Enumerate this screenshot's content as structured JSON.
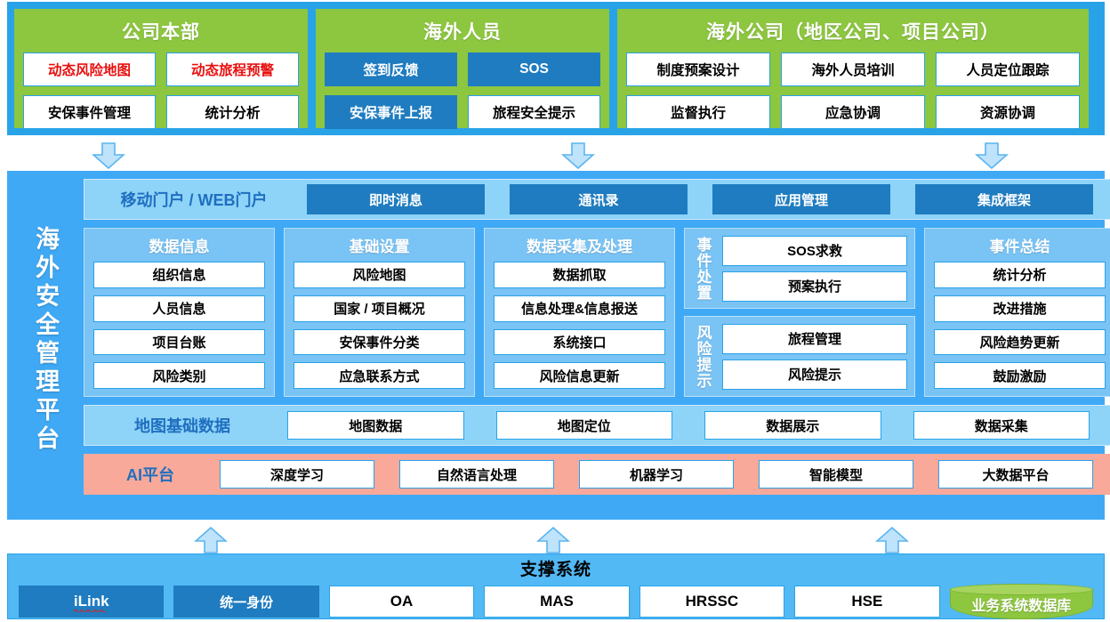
{
  "top_band": {
    "groups": [
      {
        "title": "公司本部",
        "rows": [
          [
            {
              "label": "动态风险地图",
              "style": "red"
            },
            {
              "label": "动态旅程预警",
              "style": "red"
            }
          ],
          [
            {
              "label": "安保事件管理",
              "style": "plain"
            },
            {
              "label": "统计分析",
              "style": "plain"
            }
          ]
        ]
      },
      {
        "title": "海外人员",
        "rows": [
          [
            {
              "label": "签到反馈",
              "style": "blue-fill"
            },
            {
              "label": "SOS",
              "style": "blue-fill"
            }
          ],
          [
            {
              "label": "安保事件上报",
              "style": "blue-fill"
            },
            {
              "label": "旅程安全提示",
              "style": "plain"
            }
          ]
        ]
      },
      {
        "title": "海外公司（地区公司、项目公司）",
        "rows": [
          [
            {
              "label": "制度预案设计",
              "style": "plain"
            },
            {
              "label": "海外人员培训",
              "style": "plain"
            },
            {
              "label": "人员定位跟踪",
              "style": "plain"
            }
          ],
          [
            {
              "label": "监督执行",
              "style": "plain"
            },
            {
              "label": "应急协调",
              "style": "plain"
            },
            {
              "label": "资源协调",
              "style": "plain"
            }
          ]
        ]
      }
    ]
  },
  "platform": {
    "vertical_title": "海外安全管理平台",
    "portal": {
      "label": "移动门户 / WEB门户",
      "buttons": [
        "即时消息",
        "通讯录",
        "应用管理",
        "集成框架"
      ]
    },
    "columns": [
      {
        "title": "数据信息",
        "items": [
          "组织信息",
          "人员信息",
          "项目台账",
          "风险类别"
        ]
      },
      {
        "title": "基础设置",
        "items": [
          "风险地图",
          "国家 / 项目概况",
          "安保事件分类",
          "应急联系方式"
        ]
      },
      {
        "title": "数据采集及处理",
        "items": [
          "数据抓取",
          "信息处理&信息报送",
          "系统接口",
          "风险信息更新"
        ]
      }
    ],
    "mid_groups": [
      {
        "label": "事件处置",
        "items": [
          "SOS求救",
          "预案执行"
        ]
      },
      {
        "label": "风险提示",
        "items": [
          "旅程管理",
          "风险提示"
        ]
      }
    ],
    "summary_column": {
      "title": "事件总结",
      "items": [
        "统计分析",
        "改进措施",
        "风险趋势更新",
        "鼓励激励"
      ]
    },
    "map_row": {
      "label": "地图基础数据",
      "buttons": [
        "地图数据",
        "地图定位",
        "数据展示",
        "数据采集"
      ]
    },
    "ai_row": {
      "label": "AI平台",
      "buttons": [
        "深度学习",
        "自然语言处理",
        "机器学习",
        "智能模型",
        "大数据平台"
      ]
    }
  },
  "support": {
    "title": "支撑系统",
    "items": [
      {
        "label": "iLink",
        "style": "blue-fill",
        "spellcheck_error": true
      },
      {
        "label": "统一身份",
        "style": "blue-fill"
      },
      {
        "label": "OA",
        "style": "plain"
      },
      {
        "label": "MAS",
        "style": "plain"
      },
      {
        "label": "HRSSC",
        "style": "plain"
      },
      {
        "label": "HSE",
        "style": "plain"
      },
      {
        "label": "业务系统数据库",
        "style": "database"
      }
    ]
  },
  "arrows": {
    "down": [
      "arrow-down-icon",
      "arrow-down-icon",
      "arrow-down-icon"
    ],
    "up": [
      "arrow-up-icon",
      "arrow-up-icon",
      "arrow-up-icon"
    ]
  },
  "colors": {
    "band_blue": "#29a3e8",
    "group_green": "#8dc63f",
    "platform_blue": "#3fa9f5",
    "column_blue": "#79c3f5",
    "row_light_blue": "#8ed3f8",
    "ai_salmon": "#f8a99a",
    "button_blue": "#1f7cc0",
    "alert_red": "#e8100f",
    "support_blue": "#52b9f5"
  }
}
